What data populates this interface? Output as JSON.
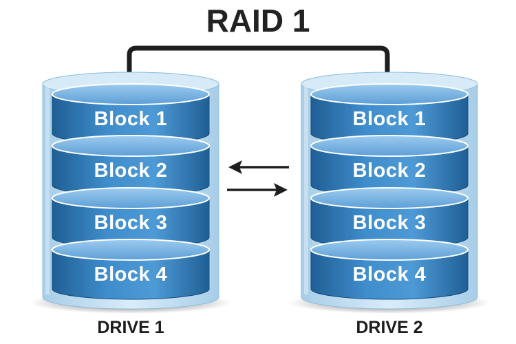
{
  "title": "RAID 1",
  "drives": [
    {
      "label": "DRIVE 1",
      "blocks": [
        "Block 1",
        "Block 2",
        "Block 3",
        "Block 4"
      ]
    },
    {
      "label": "DRIVE 2",
      "blocks": [
        "Block 1",
        "Block 2",
        "Block 3",
        "Block 4"
      ]
    }
  ],
  "colors": {
    "title": "#222222",
    "connector": "#1e1e1e",
    "arrows": "#1e1e1e",
    "casing": "#bfdcee",
    "block_dark": "#1f5f95",
    "block_mid": "#3c88c6",
    "block_light": "#62a6dc",
    "disk_top": "#7ab7e6",
    "label": "#1c1c1c"
  },
  "icons": {
    "mirror_arrows": "bidirectional-arrows"
  }
}
